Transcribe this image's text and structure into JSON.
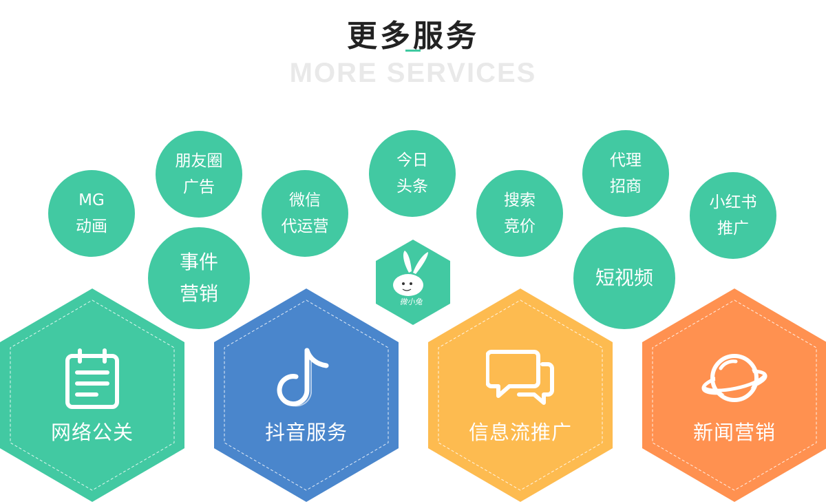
{
  "header": {
    "title": "更多服务",
    "subtitle": "MORE  SERVICES"
  },
  "colors": {
    "green": "#42c9a2",
    "blue": "#4a86cc",
    "yellow": "#fdbb50",
    "orange": "#ff9150",
    "title": "#222222",
    "subtitle": "#e9e9e9"
  },
  "circles": {
    "mg": [
      "MG",
      "动画"
    ],
    "moments": [
      "朋友圈",
      "广告"
    ],
    "event": [
      "事件",
      "营销"
    ],
    "wechat": [
      "微信",
      "代运营"
    ],
    "toutiao": [
      "今日",
      "头条"
    ],
    "search": [
      "搜索",
      "竞价"
    ],
    "agency": [
      "代理",
      "招商"
    ],
    "shortvideo": [
      "短视频"
    ],
    "xiaohongshu": [
      "小红书",
      "推广"
    ]
  },
  "logo": {
    "icon": "rabbit-mascot-icon",
    "text": "微小兔"
  },
  "hexagons": [
    {
      "label": "网络公关",
      "icon": "notepad-icon",
      "color": "#42c9a2"
    },
    {
      "label": "抖音服务",
      "icon": "douyin-note-icon",
      "color": "#4a86cc"
    },
    {
      "label": "信息流推广",
      "icon": "chat-bubbles-icon",
      "color": "#fdbb50"
    },
    {
      "label": "新闻营销",
      "icon": "planet-icon",
      "color": "#ff9150"
    }
  ]
}
